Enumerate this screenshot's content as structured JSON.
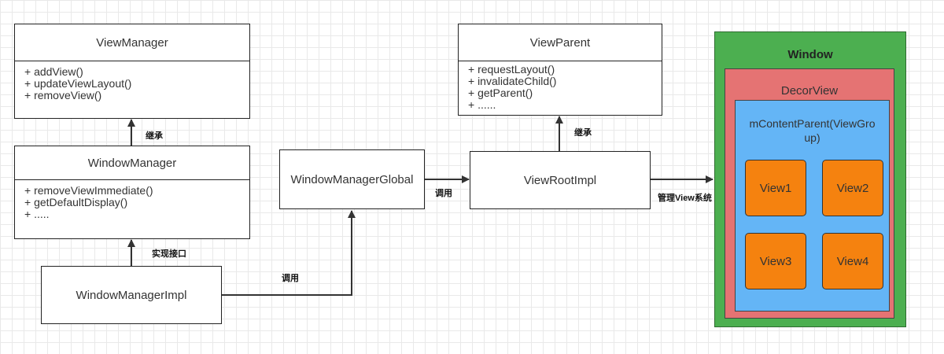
{
  "classes": {
    "view_manager": {
      "name": "ViewManager",
      "methods": [
        "+ addView()",
        "+ updateViewLayout()",
        "+ removeView()"
      ]
    },
    "window_manager": {
      "name": "WindowManager",
      "methods": [
        "+ removeViewImmediate()",
        "+ getDefaultDisplay()",
        "+ ....."
      ]
    },
    "view_parent": {
      "name": "ViewParent",
      "methods": [
        "+ requestLayout()",
        "+ invalidateChild()",
        "+ getParent()",
        "+ ......"
      ]
    }
  },
  "nodes": {
    "window_manager_impl": "WindowManagerImpl",
    "window_manager_global": "WindowManagerGlobal",
    "view_root_impl": "ViewRootImpl"
  },
  "edge_labels": {
    "inherit_wm": "继承",
    "implement": "实现接口",
    "call_impl_global": "调用",
    "call_global_root": "调用",
    "inherit_root": "继承",
    "manage": "管理View系统"
  },
  "window": {
    "title": "Window",
    "decor_view": "DecorView",
    "content_parent": "mContentParent(ViewGro\nup)",
    "views": [
      "View1",
      "View2",
      "View3",
      "View4"
    ],
    "colors": {
      "window": "#4caf50",
      "decor": "#e57373",
      "content": "#64b5f6",
      "view": "#f5820f"
    }
  }
}
